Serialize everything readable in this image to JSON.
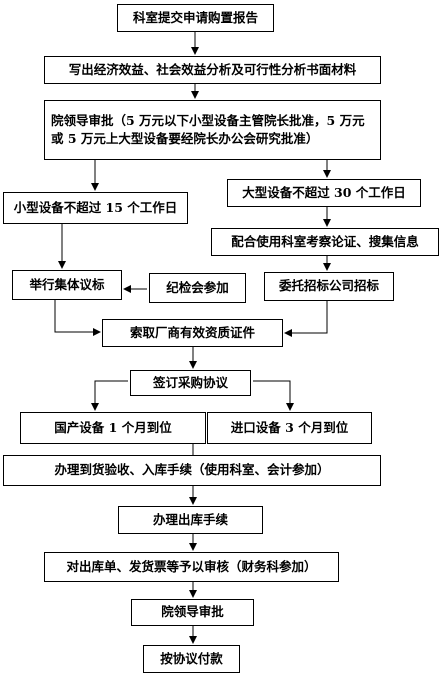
{
  "flowchart": {
    "steps": {
      "s1": "科室提交申请购置报告",
      "s2": "写出经济效益、社会效益分析及可行性分析书面材料",
      "s3": "院领导审批（5 万元以下小型设备主管院长批准，5 万元或 5 万元上大型设备要经院长办公会研究批准）",
      "s4a": "小型设备不超过 15 个工作日",
      "s4b": "大型设备不超过 30 个工作日",
      "s5b": "配合使用科室考察论证、搜集信息",
      "s6a": "举行集体议标",
      "s6m": "纪检会参加",
      "s6b": "委托招标公司招标",
      "s7": "索取厂商有效资质证件",
      "s8": "签订采购协议",
      "s9a": "国产设备 1 个月到位",
      "s9b": "进口设备 3 个月到位",
      "s10": "办理到货验收、入库手续（使用科室、会计参加）",
      "s11": "办理出库手续",
      "s12": "对出库单、发货票等予以审核（财务科参加）",
      "s13": "院领导审批",
      "s14": "按协议付款"
    }
  }
}
